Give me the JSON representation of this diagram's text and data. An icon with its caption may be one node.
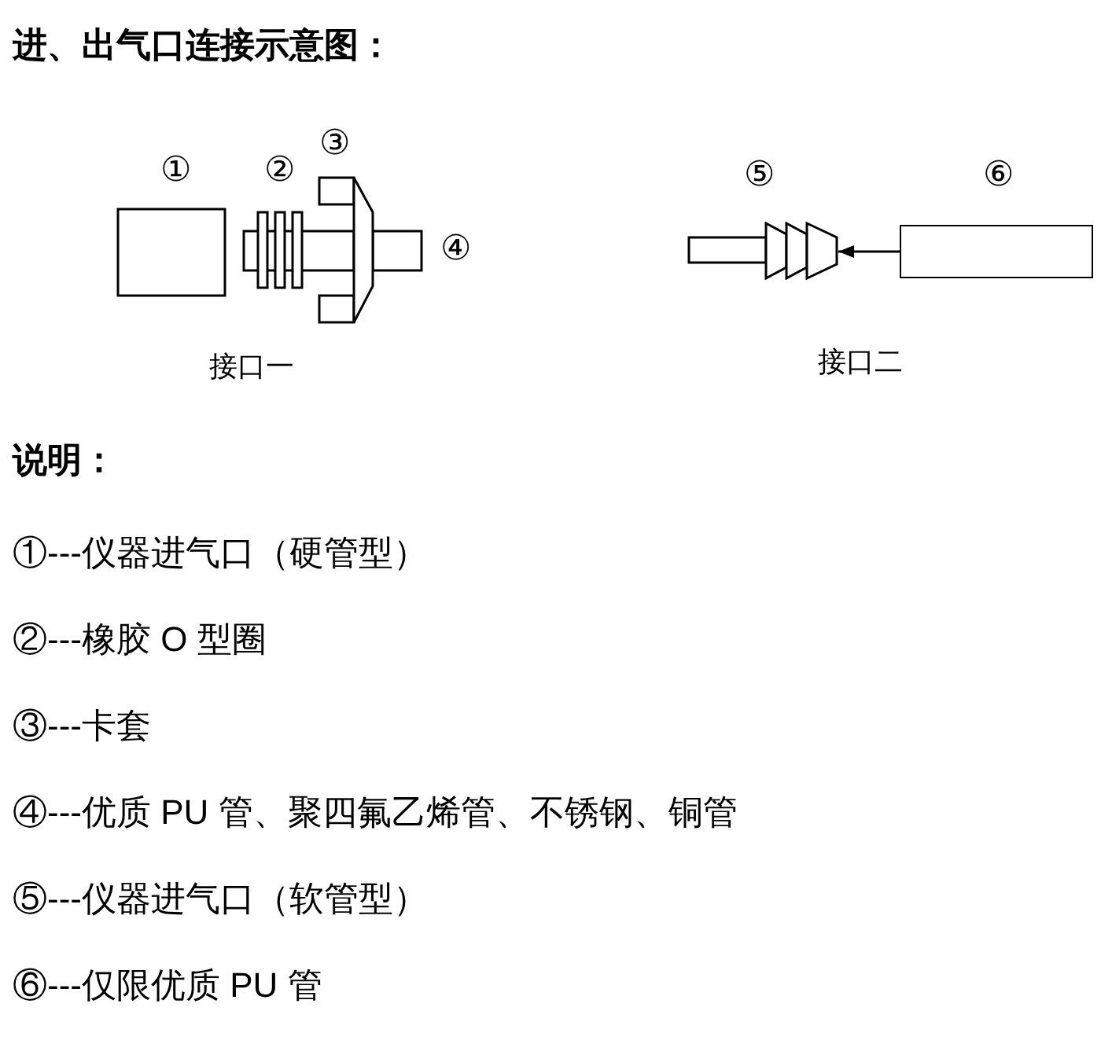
{
  "diagram": {
    "title": "进、出气口连接示意图：",
    "nodes": [
      {
        "text": [],
        "shape": "picture"
      },
      {
        "text": [],
        "shape": "box"
      }
    ],
    "edges": [
      {
        "from": 1,
        "to": 0,
        "arrow": "to"
      }
    ],
    "labels": [
      "①",
      "②",
      "③",
      "④",
      "接口一",
      "⑤",
      "⑥",
      "接口二",
      "说明：",
      "①---仪器进气口（硬管型）",
      "②---橡胶 O 型圈",
      "③---卡套",
      "④---优质 PU 管、聚四氟乙烯管、不锈钢、铜管",
      "⑤---仪器进气口（软管型）",
      "⑥---仅限优质 PU 管"
    ]
  }
}
